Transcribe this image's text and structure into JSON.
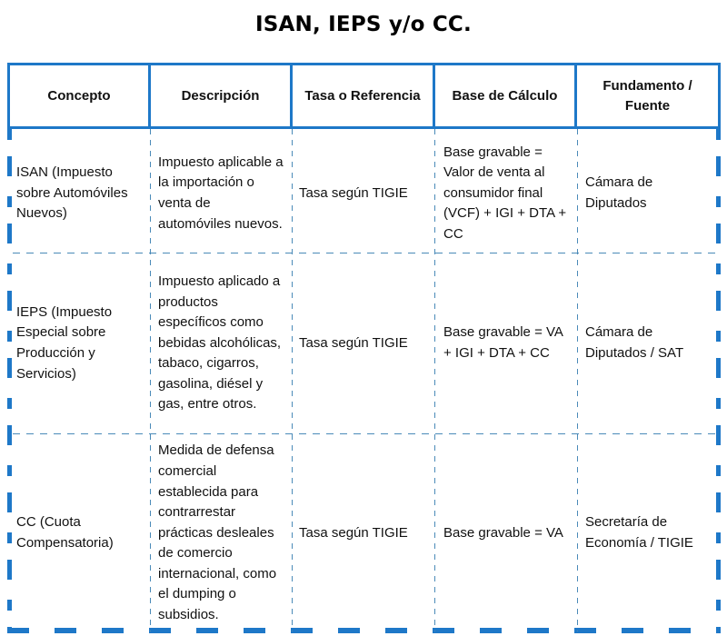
{
  "title": "ISAN, IEPS y/o CC.",
  "table": {
    "headers": [
      "Concepto",
      "Descripción",
      "Tasa o Referencia",
      "Base de Cálculo",
      "Fundamento / Fuente"
    ],
    "rows": [
      {
        "concepto": "ISAN (Impuesto sobre Automóviles Nuevos)",
        "descripcion": "Impuesto aplicable a la importación o venta de automóviles nuevos.",
        "tasa": "Tasa según TIGIE",
        "base": "Base gravable = Valor de venta al consumidor final (VCF) + IGI + DTA + CC",
        "fuente": "Cámara de Diputados"
      },
      {
        "concepto": "IEPS (Impuesto Especial sobre Producción y Servicios)",
        "descripcion": "Impuesto aplicado a productos específicos como bebidas alcohólicas, tabaco, cigarros, gasolina, diésel y gas, entre otros.",
        "tasa": "Tasa según TIGIE",
        "base": "Base gravable = VA + IGI + DTA + CC",
        "fuente": "Cámara de Diputados / SAT"
      },
      {
        "concepto": "CC (Cuota Compensatoria)",
        "descripcion": "Medida de defensa comercial establecida para contrarrestar prácticas desleales de comercio internacional, como el dumping o subsidios.",
        "tasa": "Tasa según TIGIE",
        "base": "Base gravable = VA",
        "fuente": "Secretaría de Economía / TIGIE"
      }
    ]
  },
  "colors": {
    "border_accent": "#1e78c8",
    "inner_dash": "#4a8ab8",
    "text": "#111111"
  }
}
